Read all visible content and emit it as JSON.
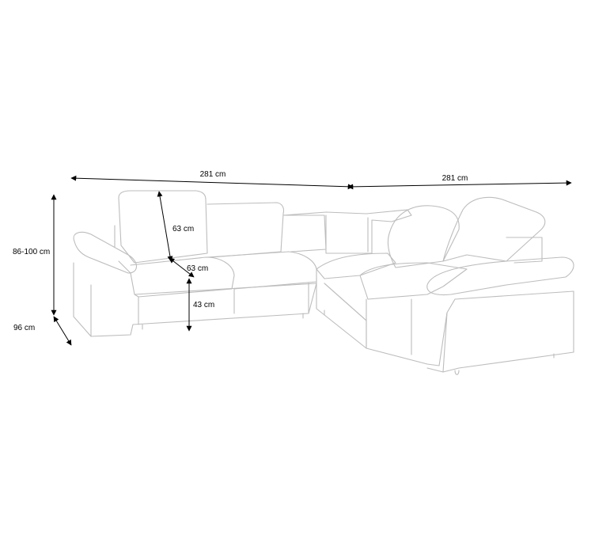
{
  "diagram": {
    "product": "corner sofa",
    "colors": {
      "outline": "#bdbdbd",
      "dimension": "#000000",
      "background": "#ffffff"
    },
    "dimensions": {
      "width_left": "281 cm",
      "width_right": "281 cm",
      "height": "86-100 cm",
      "depth": "96 cm",
      "backrest_height": "63 cm",
      "seat_depth": "63 cm",
      "seat_height": "43 cm"
    }
  }
}
